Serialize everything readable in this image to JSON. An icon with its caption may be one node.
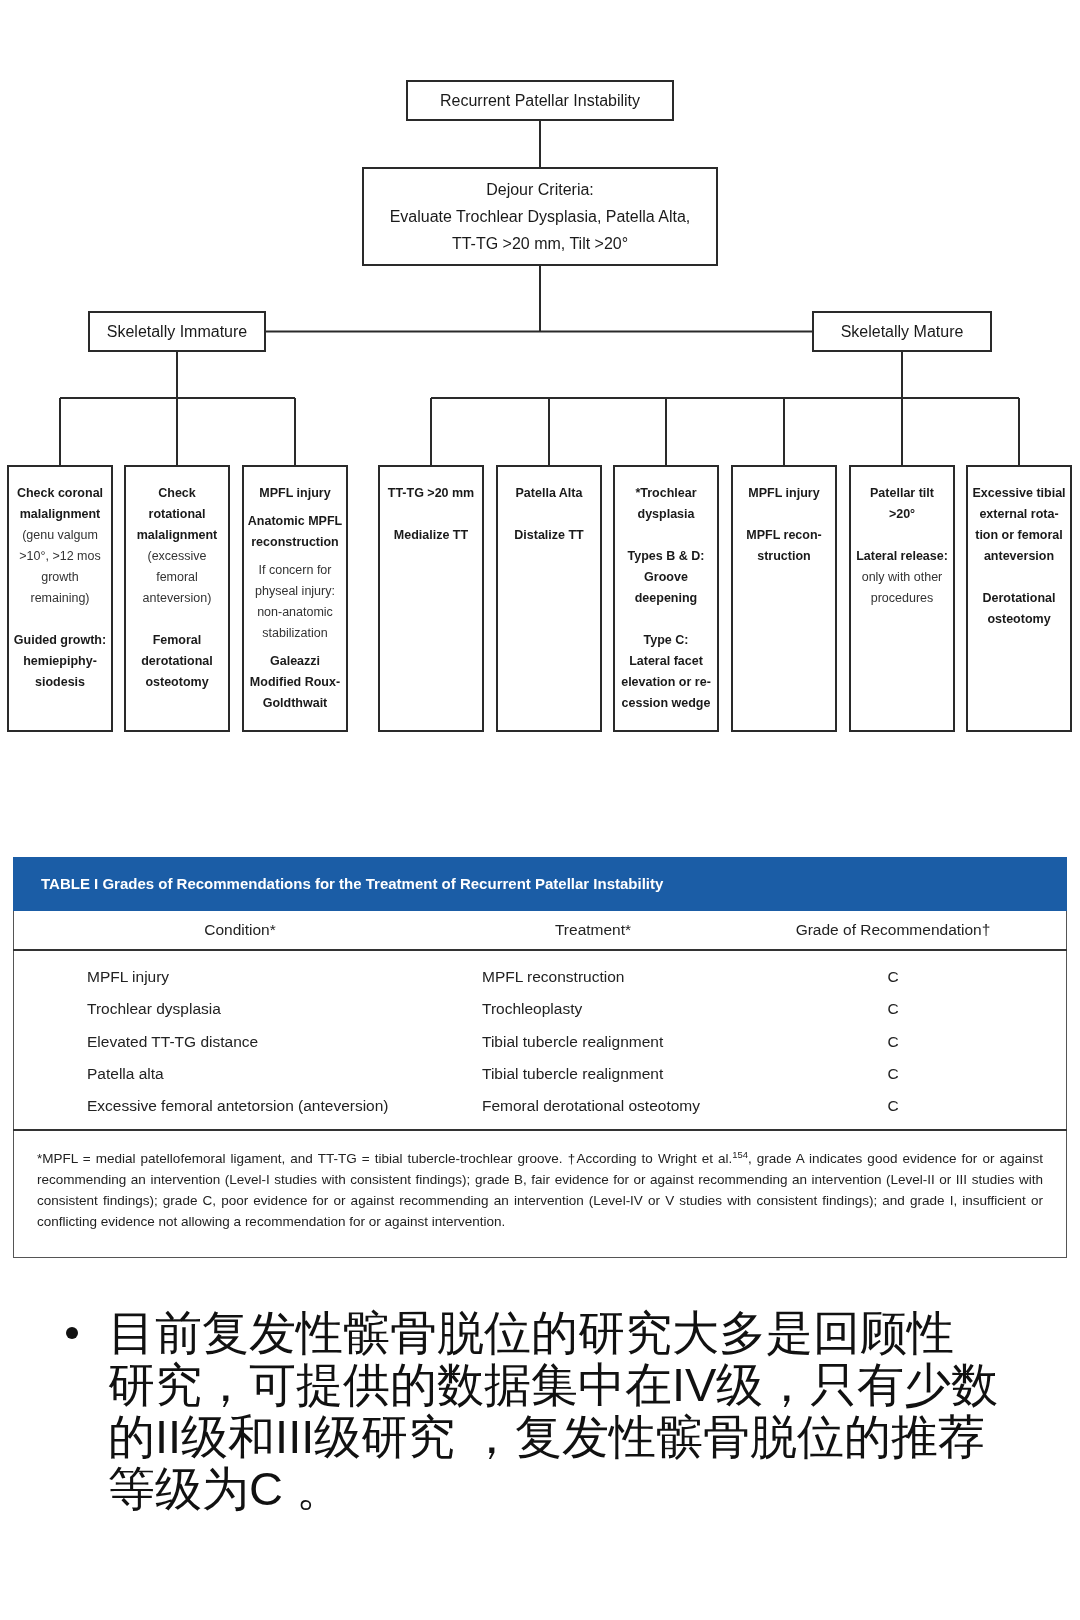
{
  "diagram": {
    "nodes": [
      {
        "text": [
          "Recurrent Patellar Instability"
        ]
      },
      {
        "text": [
          "Dejour Criteria:",
          "Evaluate Trochlear Dysplasia, Patella Alta, TT-TG >20 mm, Tilt >20°"
        ]
      },
      {
        "text": [
          "Skeletally Immature"
        ]
      },
      {
        "text": [
          "Skeletally Mature"
        ]
      },
      {
        "text": [
          "Check coronal malalignment",
          "(genu valgum >10°, >12 mos growth remaining)",
          "Guided growth: hemiepiphy- siodesis"
        ]
      },
      {
        "text": [
          "Check rotational malalignment",
          "(excessive femoral anteversion)",
          "Femoral derotational osteotomy"
        ]
      },
      {
        "text": [
          "MPFL injury",
          "Anatomic MPFL reconstruction",
          "If concern for physeal injury: non-anatomic stabilization",
          "Galeazzi",
          "Modified Roux- Goldthwait"
        ]
      },
      {
        "text": [
          "TT-TG >20 mm",
          "Medialize TT"
        ]
      },
      {
        "text": [
          "Patella Alta",
          "Distalize TT"
        ]
      },
      {
        "text": [
          "*Trochlear dysplasia",
          "Types B & D:",
          "Groove deepening",
          "Type C:",
          "Lateral facet elevation or re- cession wedge"
        ]
      },
      {
        "text": [
          "MPFL injury",
          "MPFL recon- struction"
        ]
      },
      {
        "text": [
          "Patellar tilt >20°",
          "Lateral release:",
          "only with other procedures"
        ]
      },
      {
        "text": [
          "Excessive tibial external rota- tion or femoral anteversion",
          "Derotational osteotomy"
        ]
      }
    ],
    "edges": [
      {
        "from": 0,
        "to": 1,
        "arrow": "none"
      },
      {
        "from": 1,
        "to": 2,
        "arrow": "none"
      },
      {
        "from": 1,
        "to": 3,
        "arrow": "none"
      },
      {
        "from": 2,
        "to": 4,
        "arrow": "none"
      },
      {
        "from": 2,
        "to": 5,
        "arrow": "none"
      },
      {
        "from": 2,
        "to": 6,
        "arrow": "none"
      },
      {
        "from": 3,
        "to": 7,
        "arrow": "none"
      },
      {
        "from": 3,
        "to": 8,
        "arrow": "none"
      },
      {
        "from": 3,
        "to": 9,
        "arrow": "none"
      },
      {
        "from": 3,
        "to": 10,
        "arrow": "none"
      },
      {
        "from": 3,
        "to": 11,
        "arrow": "none"
      },
      {
        "from": 3,
        "to": 12,
        "arrow": "none"
      }
    ],
    "labels": [
      "TABLE I Grades of Recommendations for the Treatment of Recurrent Patellar Instability",
      "Condition*",
      "Treatment*",
      "Grade of Recommendation†",
      "MPFL injury",
      "MPFL reconstruction",
      "C",
      "Trochlear dysplasia",
      "Trochleoplasty",
      "C",
      "Elevated TT-TG distance",
      "Tibial tubercle realignment",
      "C",
      "Patella alta",
      "Tibial tubercle realignment",
      "C",
      "Excessive femoral antetorsion (anteversion)",
      "Femoral derotational osteotomy",
      "C",
      "*MPFL = medial patellofemoral ligament, and TT-TG = tibial tubercle-trochlear groove. †According to Wright et al.$^{154}$, grade A indicates good evidence for or against recommending an intervention (Level-I studies with consistent findings); grade B, fair evidence for or against recommending an intervention (Level-II or III studies with consistent findings); grade C, poor evidence for or against recommending an intervention (Level-IV or V studies with consistent findings); and grade I, insufficient or conflicting evidence not allowing a recommendation for or against intervention.",
      "目前复发性髌骨脱位的研究大多是回顾性研究，可提供的数据集中在IV级，只有少数的II级和III级研究 ，复发性髌骨脱位的推荐等级为C 。"
    ]
  }
}
